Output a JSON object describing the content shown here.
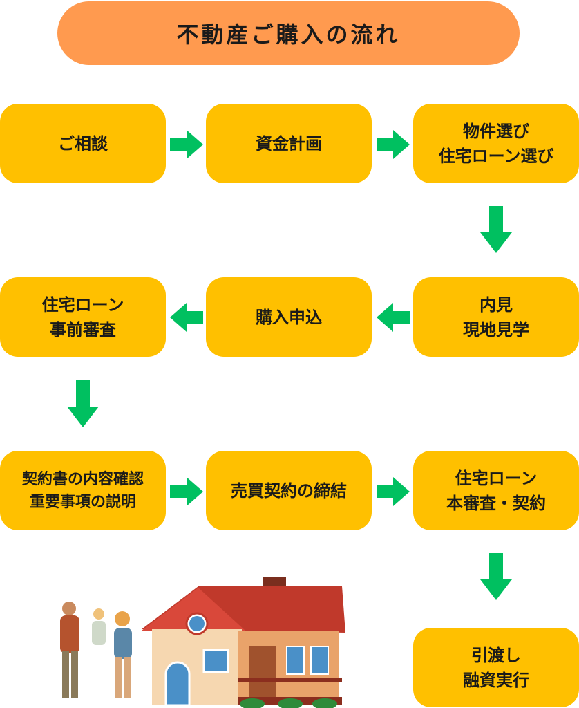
{
  "title": "不動産ご購入の流れ",
  "steps": [
    {
      "lines": [
        "ご相談"
      ]
    },
    {
      "lines": [
        "資金計画"
      ]
    },
    {
      "lines": [
        "物件選び",
        "住宅ローン選び"
      ]
    },
    {
      "lines": [
        "内見",
        "現地見学"
      ]
    },
    {
      "lines": [
        "購入申込"
      ]
    },
    {
      "lines": [
        "住宅ローン",
        "事前審査"
      ]
    },
    {
      "lines": [
        "契約書の内容確認",
        "重要事項の説明"
      ]
    },
    {
      "lines": [
        "売買契約の締結"
      ]
    },
    {
      "lines": [
        "住宅ローン",
        "本審査・契約"
      ]
    },
    {
      "lines": [
        "引渡し",
        "融資実行"
      ]
    }
  ],
  "colors": {
    "title": "#FF9A4F",
    "box": "#FFC000",
    "arrow": "#00C060"
  }
}
